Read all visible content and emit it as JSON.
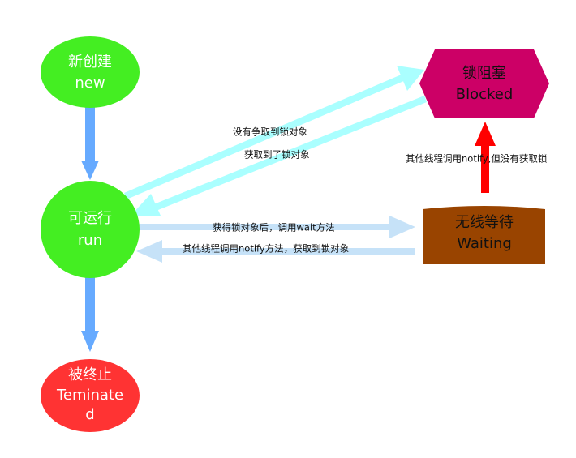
{
  "nodes": {
    "new": {
      "line1": "新创建",
      "line2": "new",
      "color": "#44ee22"
    },
    "run": {
      "line1": "可运行",
      "line2": "run",
      "color": "#44ee22"
    },
    "terminated": {
      "line1": "被终止",
      "line2": "Teminate",
      "line3": "d",
      "color": "#ff3333"
    },
    "blocked": {
      "line1": "锁阻塞",
      "line2": "Blocked",
      "color": "#cc0066"
    },
    "waiting": {
      "line1": "无线等待",
      "line2": "Waiting",
      "color": "#994400"
    }
  },
  "edges": {
    "run_to_blocked": {
      "label": "没有争取到锁对象"
    },
    "blocked_to_run": {
      "label": "获取到了锁对象"
    },
    "run_to_waiting": {
      "label": "获得锁对象后，调用wait方法"
    },
    "waiting_to_run": {
      "label": "其他线程调用notify方法，获取到锁对象"
    },
    "waiting_to_blocked": {
      "label": "其他线程调用notify,但没有获取锁"
    }
  },
  "colors": {
    "vertical_arrow": "#66aaff",
    "cyan_arrow": "#aaffff",
    "light_blue_arrow": "#c6e2f8",
    "red_arrow": "#ff0000"
  }
}
